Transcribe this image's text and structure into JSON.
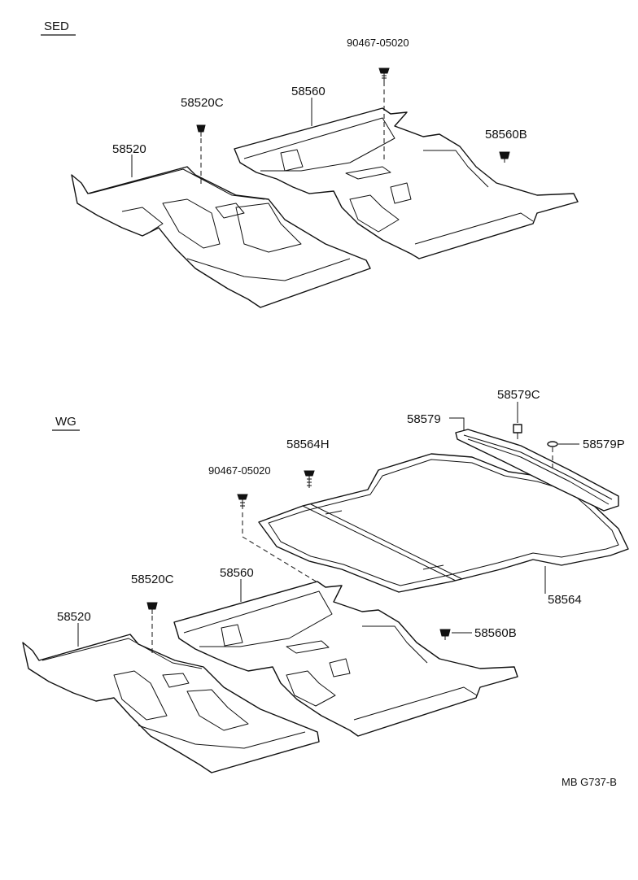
{
  "sections": {
    "sed": "SED",
    "wg": "WG"
  },
  "sed_labels": {
    "bolt_90467": "90467-05020",
    "carpet_front_center": "58560",
    "clip_58520c": "58520C",
    "carpet_front_left": "58520",
    "clip_58560b": "58560B"
  },
  "wg_labels": {
    "clip_58579c": "58579C",
    "plate_58579": "58579",
    "plug_58579p": "58579P",
    "screw_58564h": "58564H",
    "bolt_90467": "90467-05020",
    "clip_58520c": "58520C",
    "carpet_front_center": "58560",
    "carpet_front_left": "58520",
    "clip_58560b": "58560B",
    "carpet_rear_deck": "58564"
  },
  "footer": {
    "code": "MB  G737-B"
  }
}
